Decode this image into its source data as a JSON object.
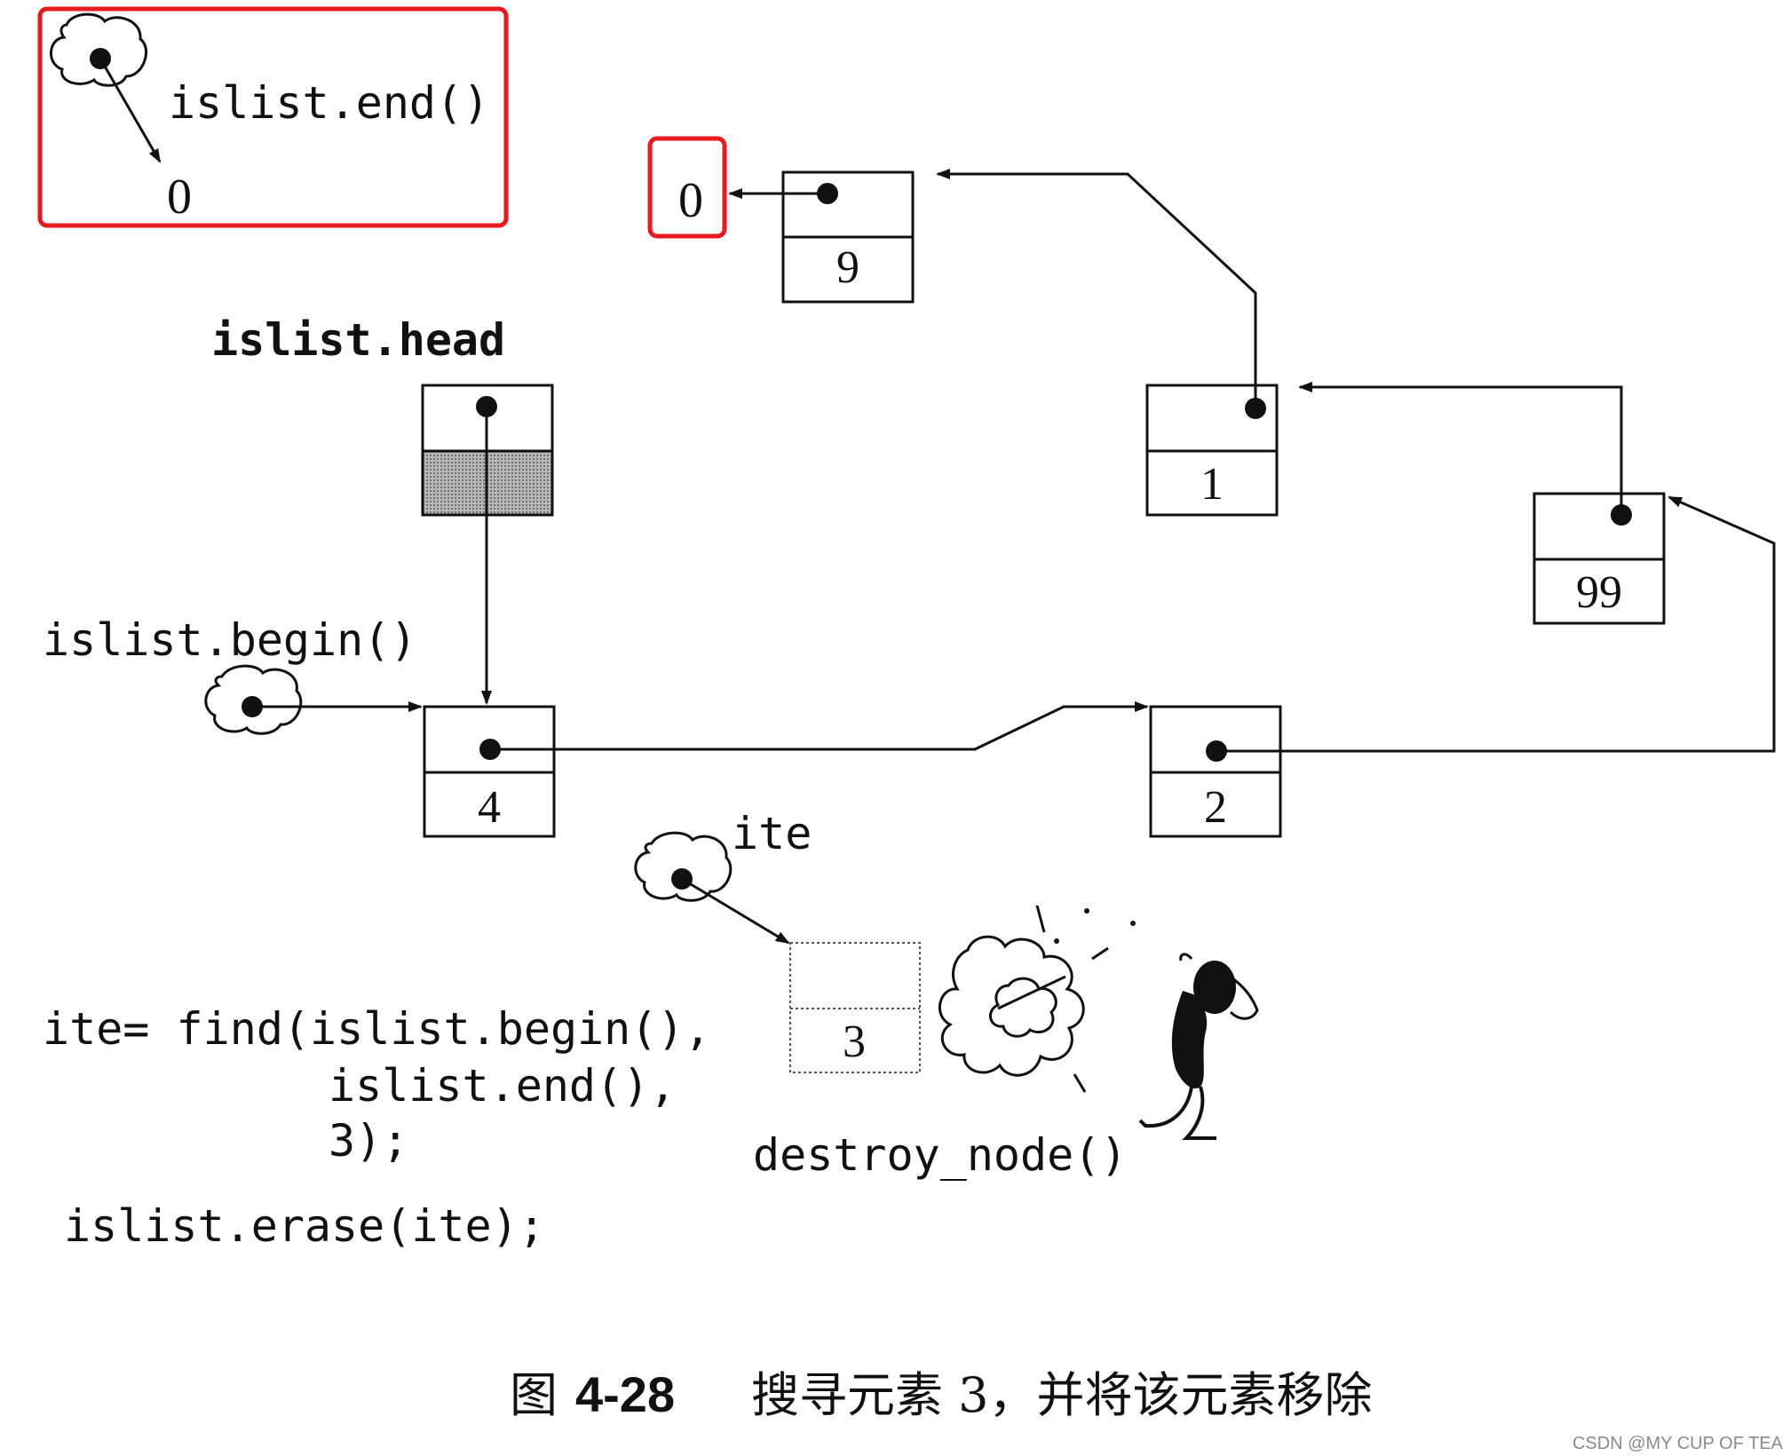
{
  "labels": {
    "islist_end": "islist.end()",
    "islist_head": "islist.head",
    "islist_begin": "islist.begin()",
    "ite": "ite",
    "destroy_node": "destroy_node()",
    "null_top_left": "0",
    "null_terminal": "0"
  },
  "nodes": {
    "n4": "4",
    "n2": "2",
    "n99": "99",
    "n1": "1",
    "n9": "9",
    "n3_removed": "3"
  },
  "code": {
    "line1": "ite= find(islist.begin(),",
    "line2": "islist.end(),",
    "line3": "3);",
    "line4": "islist.erase(ite);"
  },
  "caption": {
    "prefix": "图",
    "number": "4-28",
    "text": "搜寻元素 3，并将该元素移除"
  },
  "watermark": "CSDN @MY CUP OF TEA",
  "colors": {
    "highlight": "#e8191f",
    "ink": "#111111",
    "shade": "#9a9a9a"
  }
}
